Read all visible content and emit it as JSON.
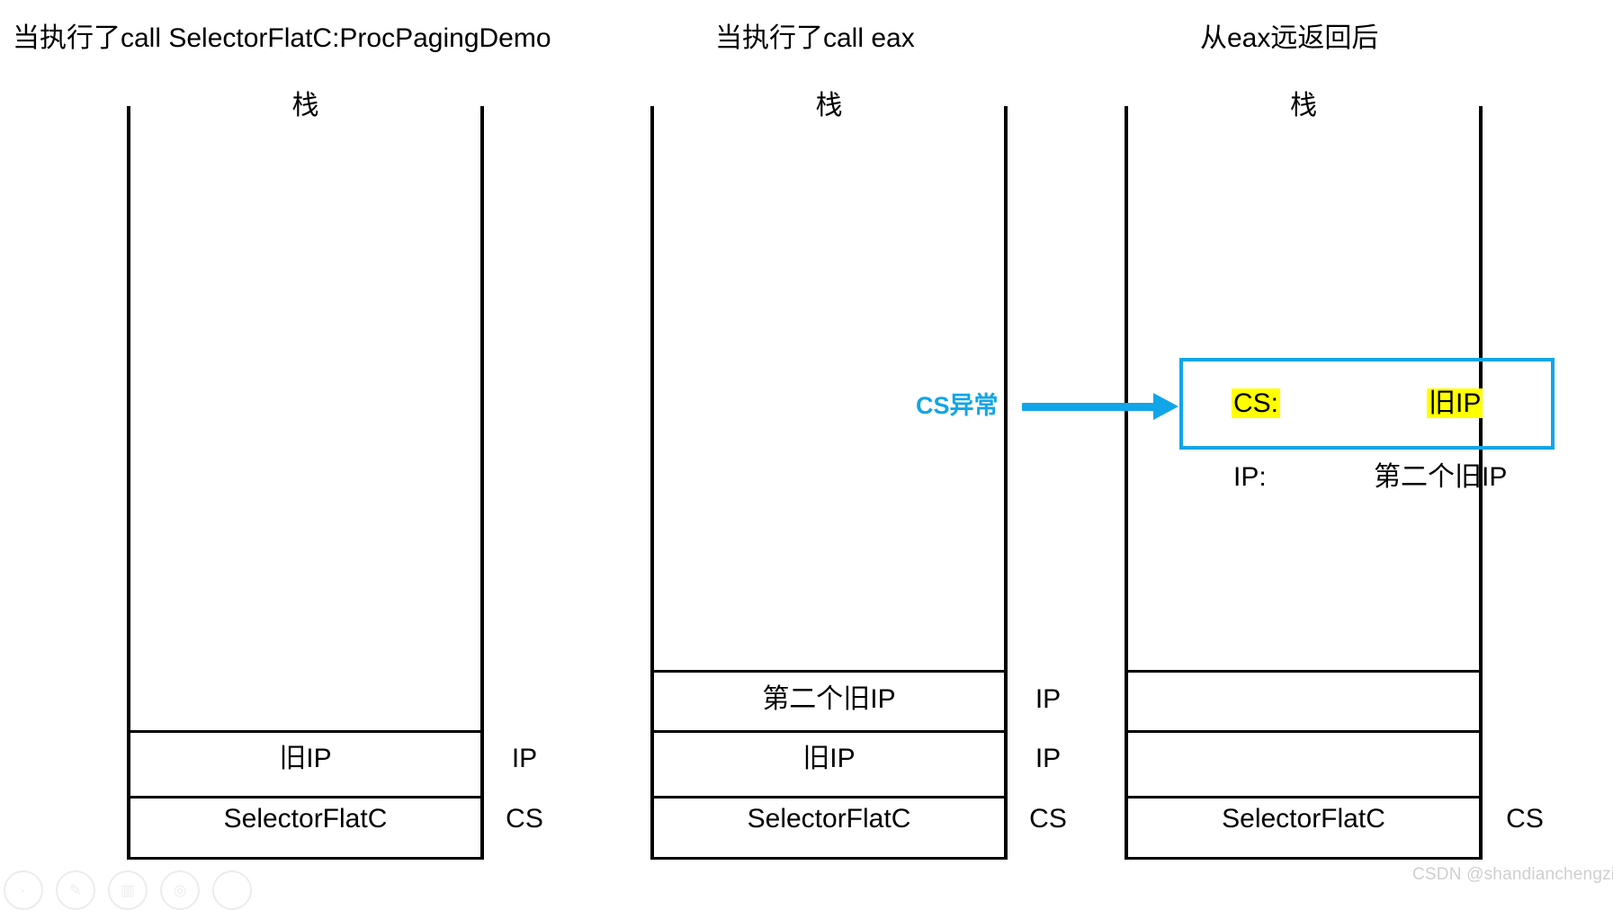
{
  "diagram": {
    "title_bar": {
      "columns": [
        {
          "title": "当执行了call SelectorFlatC:ProcPagingDemo"
        },
        {
          "title": "当执行了call eax"
        },
        {
          "title": "从eax远返回后"
        }
      ]
    },
    "stack_label": "栈",
    "columns": [
      {
        "name": "stack-after-far-call",
        "header": "栈",
        "rows": [
          {
            "label": "",
            "register": ""
          },
          {
            "label": "旧IP",
            "register": "IP"
          },
          {
            "label": "SelectorFlatC",
            "register": "CS"
          }
        ]
      },
      {
        "name": "stack-after-call-eax",
        "header": "栈",
        "rows": [
          {
            "label": "第二个旧IP",
            "register": "IP"
          },
          {
            "label": "旧IP",
            "register": "IP"
          },
          {
            "label": "SelectorFlatC",
            "register": "CS"
          }
        ]
      },
      {
        "name": "stack-after-far-return",
        "header": "栈",
        "rows": [
          {
            "label": "",
            "register": ""
          },
          {
            "label": "",
            "register": ""
          },
          {
            "label": "SelectorFlatC",
            "register": "CS"
          }
        ]
      }
    ],
    "callout": {
      "label": "CS异常",
      "arrow": "arrow-right"
    },
    "highlight_box": {
      "cs_label": "CS:",
      "ip_value": "旧IP"
    },
    "below_box": {
      "ip_label": "IP:",
      "ip_value": "第二个旧IP"
    },
    "watermark": {
      "text": "CSDN @shandianchengzi"
    },
    "colors": {
      "accent_blue": "#12a5e8",
      "highlight_yellow": "#ffff00",
      "line_black": "#000000"
    }
  }
}
